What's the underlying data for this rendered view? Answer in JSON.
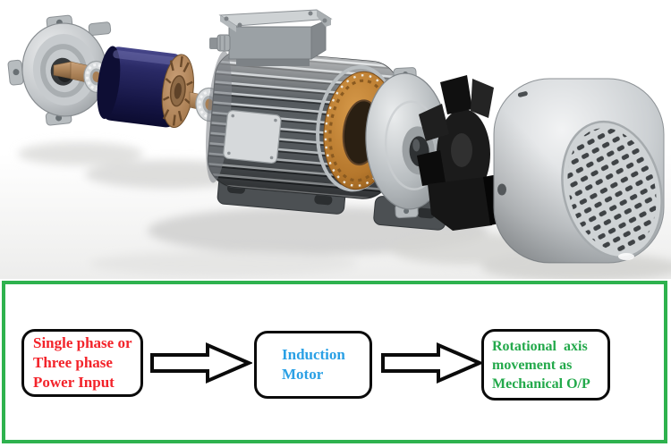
{
  "colors": {
    "frame-green": "#2eb24e",
    "box-border": "#0b0b0b",
    "power-red": "#f3232a",
    "motor-blue": "#2aa0e5",
    "output-green": "#23a94b"
  },
  "illustration": {
    "name": "induction-motor-exploded-view",
    "parts": [
      "front-end-bell-flange",
      "drive-shaft",
      "front-bearing",
      "squirrel-cage-rotor",
      "rear-bearing",
      "stator-housing-with-fins",
      "terminal-box",
      "nameplate",
      "mounting-feet",
      "stator-windings",
      "rear-end-bell",
      "cooling-fan",
      "fan-cover-with-grille"
    ]
  },
  "diagram": {
    "boxes": [
      {
        "lines": [
          "Single phase or",
          "Three phase",
          "Power Input"
        ]
      },
      {
        "lines": [
          "Induction",
          "Motor"
        ]
      },
      {
        "lines": [
          "Rotational  axis",
          "movement as",
          "Mechanical O/P"
        ]
      }
    ]
  }
}
